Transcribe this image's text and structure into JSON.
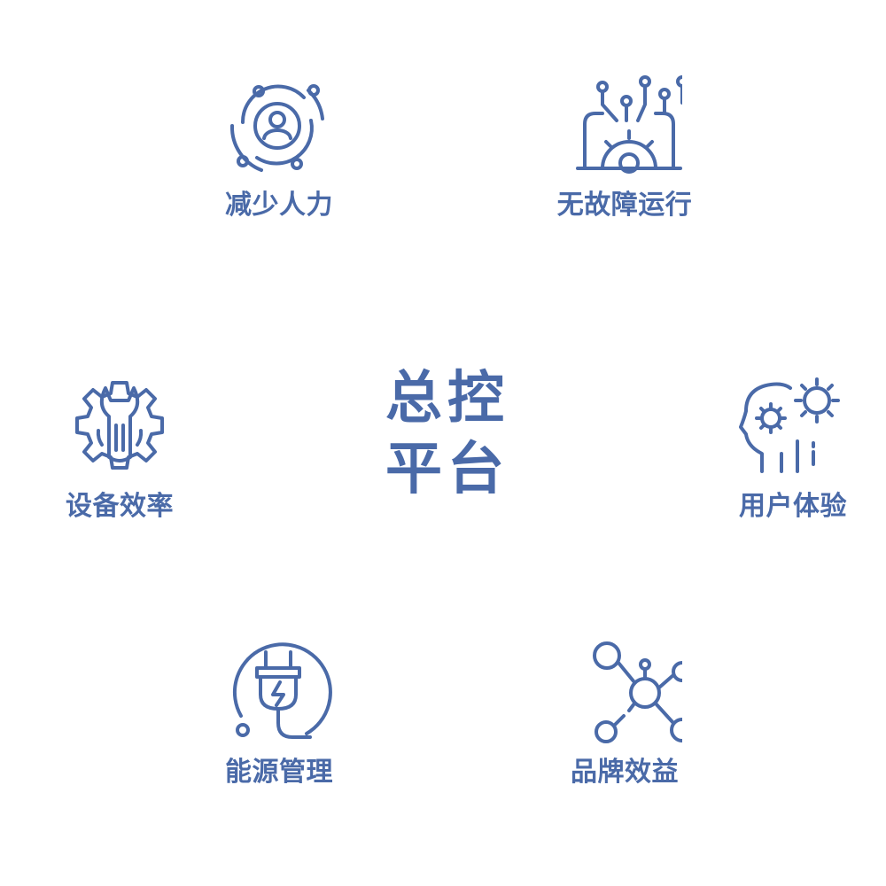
{
  "center": {
    "line1": "总控",
    "line2": "平台"
  },
  "accent_color": "#4a6aa8",
  "nodes": [
    {
      "label": "减少人力",
      "icon": "user-orbit-icon"
    },
    {
      "label": "无故障运行",
      "icon": "gear-network-icon"
    },
    {
      "label": "设备效率",
      "icon": "wrench-gear-icon"
    },
    {
      "label": "用户体验",
      "icon": "head-gears-icon"
    },
    {
      "label": "能源管理",
      "icon": "power-plug-icon"
    },
    {
      "label": "品牌效益",
      "icon": "molecule-network-icon"
    }
  ]
}
